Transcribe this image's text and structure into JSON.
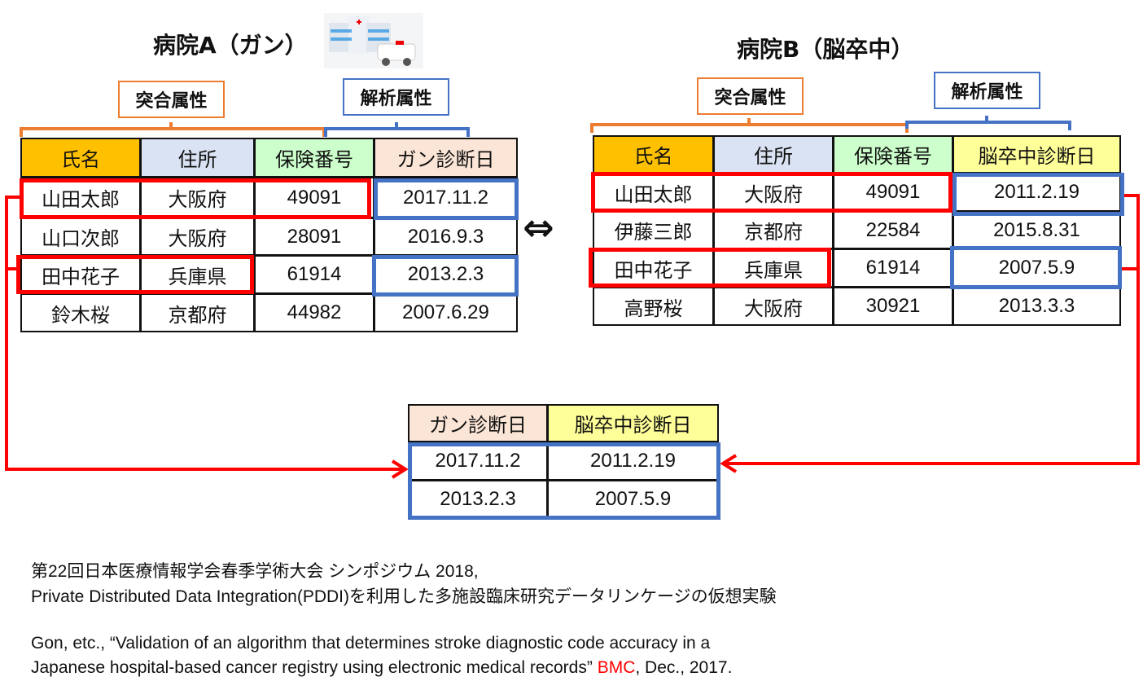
{
  "hospital_a": {
    "title": "病院A（ガン）",
    "match_label": "突合属性",
    "analysis_label": "解析属性",
    "headers": [
      "氏名",
      "住所",
      "保険番号",
      "ガン診断日"
    ],
    "rows": [
      [
        "山田太郎",
        "大阪府",
        "49091",
        "2017.11.2"
      ],
      [
        "山口次郎",
        "大阪府",
        "28091",
        "2016.9.3"
      ],
      [
        "田中花子",
        "兵庫県",
        "61914",
        "2013.2.3"
      ],
      [
        "鈴木桜",
        "京都府",
        "44982",
        "2007.6.29"
      ]
    ]
  },
  "hospital_b": {
    "title": "病院B（脳卒中）",
    "match_label": "突合属性",
    "analysis_label": "解析属性",
    "headers": [
      "氏名",
      "住所",
      "保険番号",
      "脳卒中診断日"
    ],
    "rows": [
      [
        "山田太郎",
        "大阪府",
        "49091",
        "2011.2.19"
      ],
      [
        "伊藤三郎",
        "京都府",
        "22584",
        "2015.8.31"
      ],
      [
        "田中花子",
        "兵庫県",
        "61914",
        "2007.5.9"
      ],
      [
        "高野桜",
        "大阪府",
        "30921",
        "2013.3.3"
      ]
    ]
  },
  "equivalence_symbol": "⇔",
  "result": {
    "headers": [
      "ガン診断日",
      "脳卒中診断日"
    ],
    "rows": [
      [
        "2017.11.2",
        "2011.2.19"
      ],
      [
        "2013.2.3",
        "2007.5.9"
      ]
    ]
  },
  "footer": {
    "line1": "第22回日本医療情報学会春季学術大会 シンポジウム 2018,",
    "line2": "Private Distributed Data Integration(PDDI)を利用した多施設臨床研究データリンケージの仮想実験",
    "line3": "Gon, etc., “Validation of an algorithm that determines stroke diagnostic code accuracy in a",
    "line4_a": "Japanese hospital-based cancer registry using electronic medical records”",
    "line4_bmc": "BMC",
    "line4_b": ", Dec., 2017."
  },
  "colors": {
    "name_hdr": "#ffc000",
    "addr_hdr": "#dae3f3",
    "ins_hdr": "#ccffcc",
    "cancer_hdr": "#fbe5d6",
    "stroke_hdr": "#ffff99",
    "red": "#ff0000",
    "blue": "#4472c4",
    "orange": "#ed7d31"
  }
}
